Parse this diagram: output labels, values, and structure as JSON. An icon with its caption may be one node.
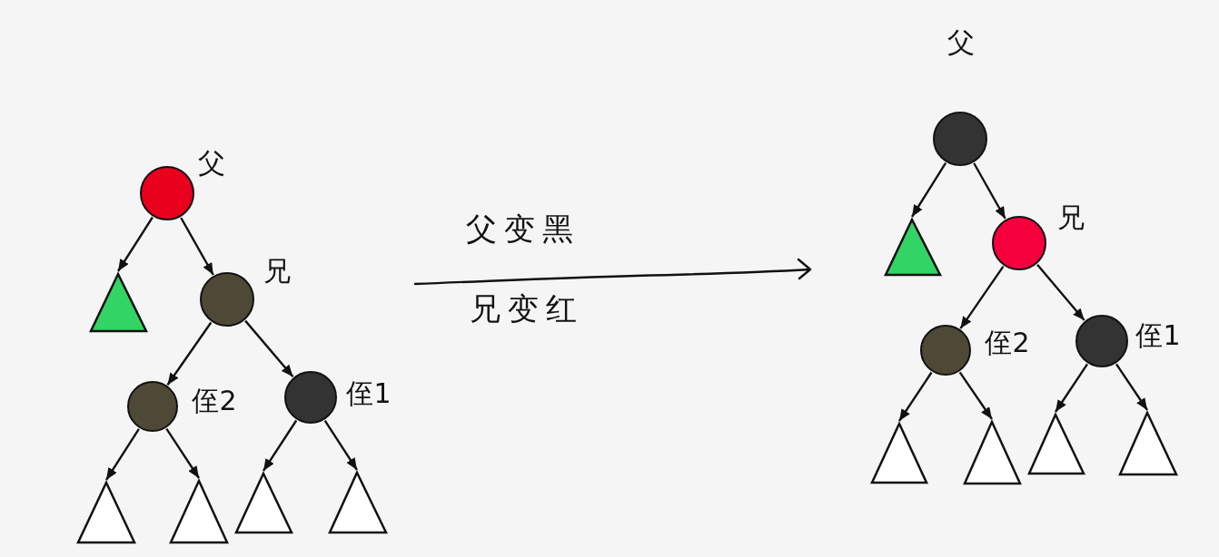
{
  "diagram": {
    "nodes": [
      {
        "text": [],
        "shape": "circle",
        "beside": [
          "父"
        ]
      },
      {
        "text": [],
        "shape": "triangle"
      },
      {
        "text": [],
        "shape": "circle",
        "beside": [
          "兄"
        ]
      },
      {
        "text": [],
        "shape": "circle",
        "beside": [
          "侄2"
        ]
      },
      {
        "text": [],
        "shape": "circle",
        "beside": [
          "侄1"
        ]
      },
      {
        "text": [],
        "shape": "triangle"
      },
      {
        "text": [],
        "shape": "triangle"
      },
      {
        "text": [],
        "shape": "triangle"
      },
      {
        "text": [],
        "shape": "triangle"
      },
      {
        "text": [],
        "shape": "circle",
        "beside": [
          "父"
        ]
      },
      {
        "text": [],
        "shape": "triangle"
      },
      {
        "text": [],
        "shape": "circle",
        "beside": [
          "兄"
        ]
      },
      {
        "text": [],
        "shape": "circle",
        "beside": [
          "侄2"
        ]
      },
      {
        "text": [],
        "shape": "circle",
        "beside": [
          "侄1"
        ]
      },
      {
        "text": [],
        "shape": "triangle"
      },
      {
        "text": [],
        "shape": "triangle"
      },
      {
        "text": [],
        "shape": "triangle"
      },
      {
        "text": [],
        "shape": "triangle"
      }
    ],
    "edges": [
      {
        "from": 0,
        "to": 1,
        "arrow": "to"
      },
      {
        "from": 0,
        "to": 2,
        "arrow": "to"
      },
      {
        "from": 2,
        "to": 3,
        "arrow": "to"
      },
      {
        "from": 2,
        "to": 4,
        "arrow": "to"
      },
      {
        "from": 3,
        "to": 5,
        "arrow": "to"
      },
      {
        "from": 3,
        "to": 6,
        "arrow": "to"
      },
      {
        "from": 4,
        "to": 7,
        "arrow": "to"
      },
      {
        "from": 4,
        "to": 8,
        "arrow": "to"
      },
      {
        "from": 9,
        "to": 10,
        "arrow": "to"
      },
      {
        "from": 9,
        "to": 11,
        "arrow": "to"
      },
      {
        "from": 11,
        "to": 12,
        "arrow": "to"
      },
      {
        "from": 11,
        "to": 13,
        "arrow": "to"
      },
      {
        "from": 12,
        "to": 14,
        "arrow": "to"
      },
      {
        "from": 12,
        "to": 15,
        "arrow": "to"
      },
      {
        "from": 13,
        "to": 16,
        "arrow": "to"
      },
      {
        "from": 13,
        "to": 17,
        "arrow": "to"
      }
    ],
    "labels": [
      "父变黑",
      "兄变红"
    ]
  }
}
